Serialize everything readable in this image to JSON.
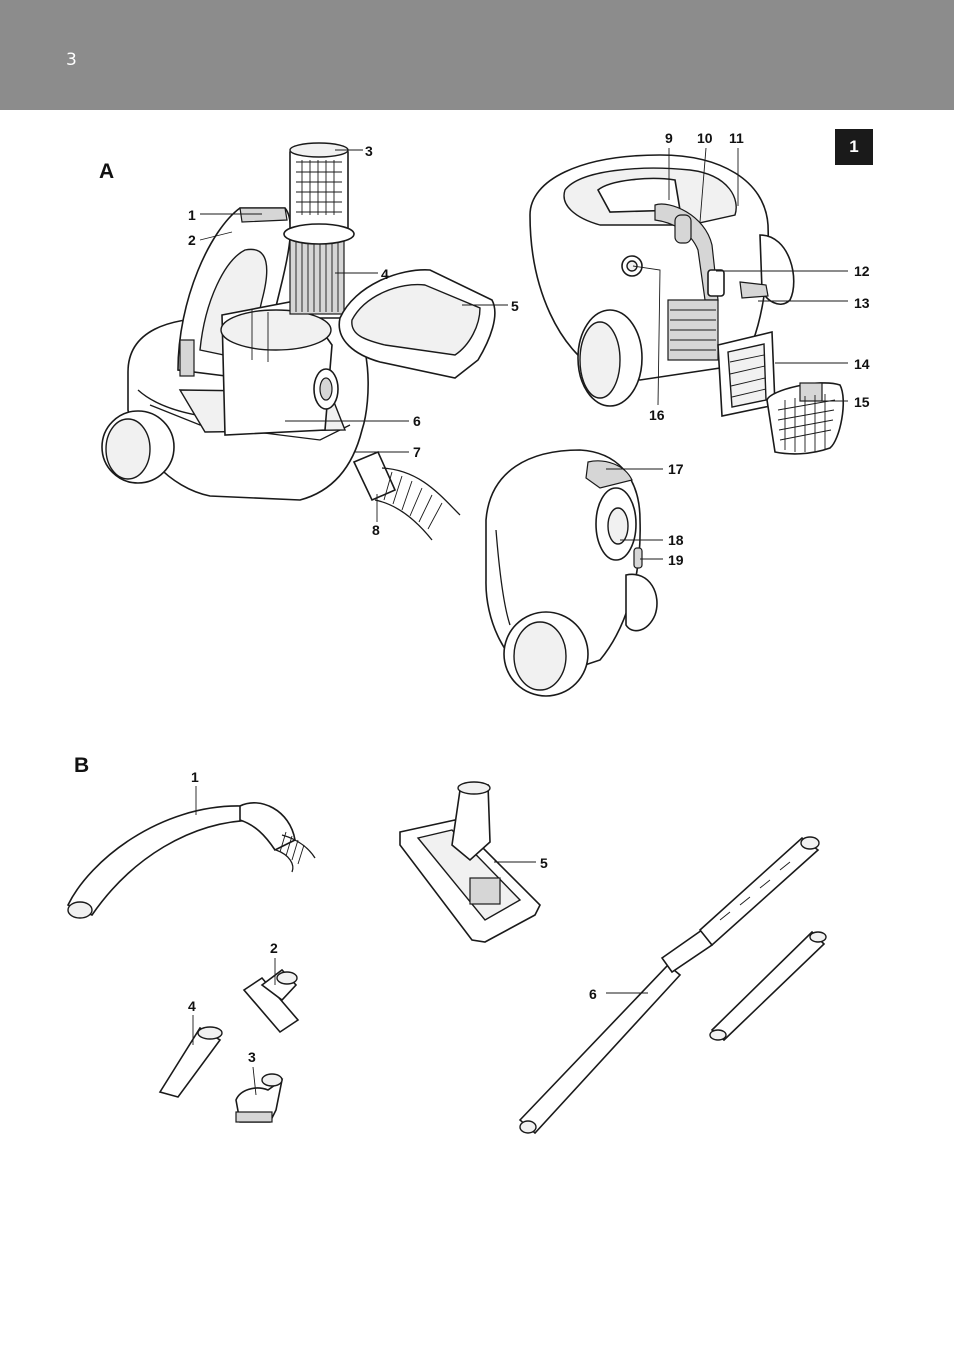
{
  "header": {
    "page_number": "3",
    "background_color": "#8c8c8c"
  },
  "section_badge": "1",
  "figure_a": {
    "letter": "A",
    "labels": [
      "1",
      "2",
      "3",
      "4",
      "5",
      "6",
      "7",
      "8",
      "9",
      "10",
      "11",
      "12",
      "13",
      "14",
      "15",
      "16",
      "17",
      "18",
      "19"
    ]
  },
  "figure_b": {
    "letter": "B",
    "labels": [
      "1",
      "2",
      "3",
      "4",
      "5",
      "6"
    ]
  }
}
